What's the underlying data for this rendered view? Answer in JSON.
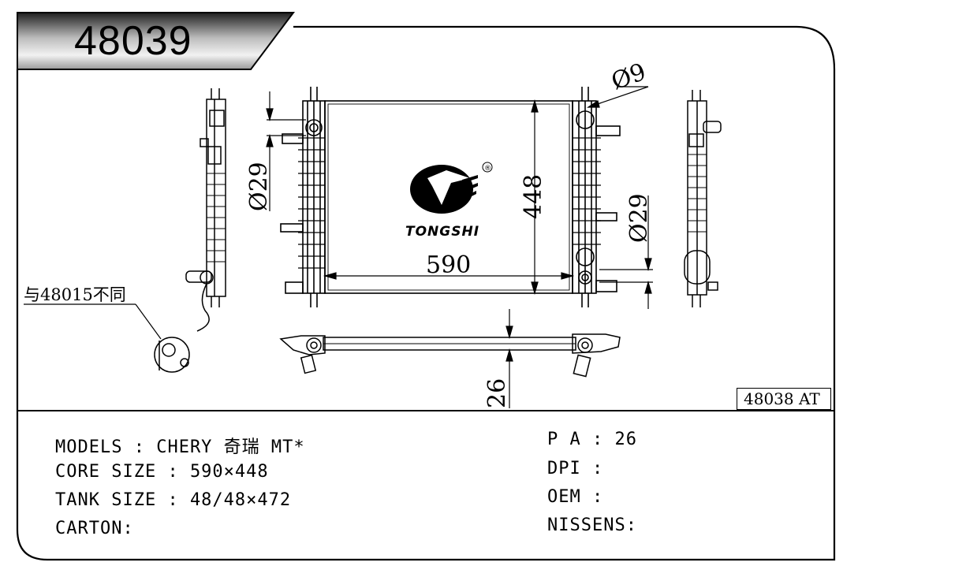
{
  "header": {
    "part_number": "48039"
  },
  "drawing": {
    "brand_name": "TONGSHI",
    "registered_mark": "®",
    "note": "与48015不同",
    "reference_box": "48038 AT",
    "dimensions": {
      "width": "590",
      "height": "448",
      "thickness": "26",
      "inlet_diameter": "Ø29",
      "outlet_diameter": "Ø29",
      "vent_diameter": "Ø9"
    }
  },
  "specs": {
    "models": "MODELS : CHERY 奇瑞 MT*",
    "core_size": "CORE SIZE : 590×448",
    "tank_size": "TANK SIZE : 48/48×472",
    "carton": "CARTON:",
    "pa": "P A : 26",
    "dpi": "DPI :",
    "oem": "OEM :",
    "nissens": "NISSENS:"
  },
  "colors": {
    "line": "#000000",
    "background": "#ffffff",
    "tab_gradient_dark": "#222222",
    "tab_gradient_light": "#f4f4f4"
  }
}
